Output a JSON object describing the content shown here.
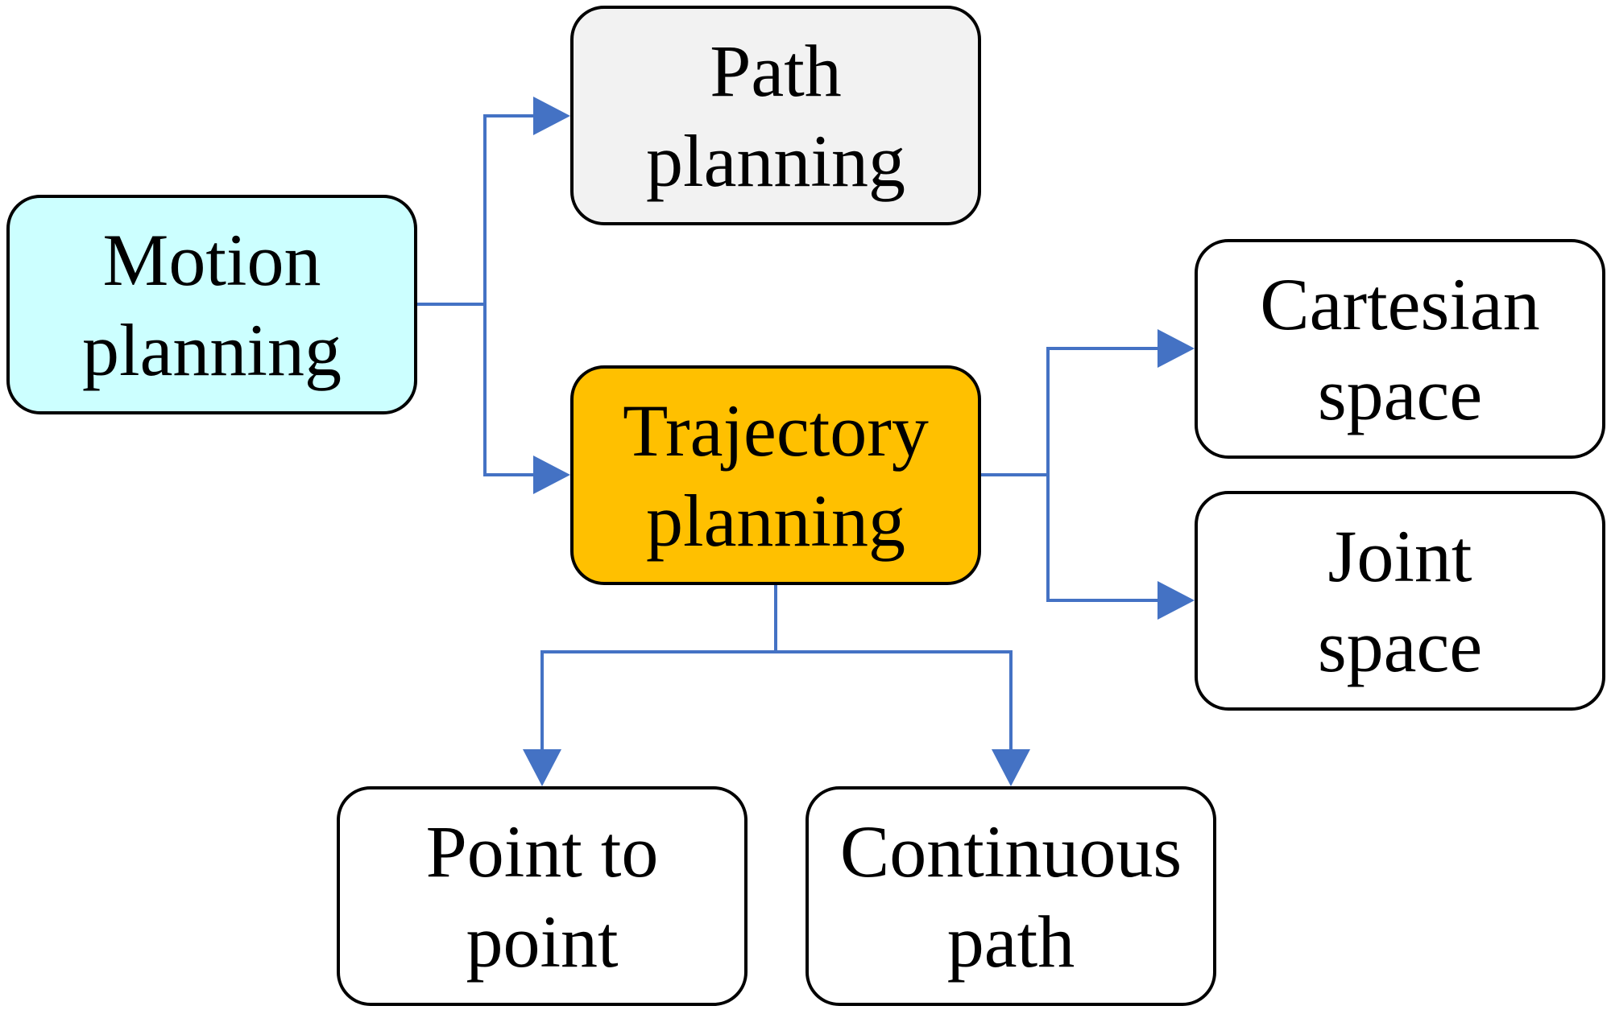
{
  "diagram": {
    "nodes": {
      "motion": {
        "line1": "Motion",
        "line2": "planning",
        "fill": "#ccffff"
      },
      "path": {
        "line1": "Path",
        "line2": "planning",
        "fill": "#f2f2f2"
      },
      "trajectory": {
        "line1": "Trajectory",
        "line2": "planning",
        "fill": "#ffc000"
      },
      "cartesian": {
        "line1": "Cartesian",
        "line2": "space",
        "fill": "#ffffff"
      },
      "joint": {
        "line1": "Joint",
        "line2": "space",
        "fill": "#ffffff"
      },
      "point_to_point": {
        "line1": "Point to",
        "line2": "point",
        "fill": "#ffffff"
      },
      "continuous": {
        "line1": "Continuous",
        "line2": "path",
        "fill": "#ffffff"
      }
    },
    "connector_color": "#4472c4",
    "edges": [
      {
        "from": "Motion planning",
        "to": "Path planning"
      },
      {
        "from": "Motion planning",
        "to": "Trajectory planning"
      },
      {
        "from": "Trajectory planning",
        "to": "Cartesian space"
      },
      {
        "from": "Trajectory planning",
        "to": "Joint space"
      },
      {
        "from": "Trajectory planning",
        "to": "Point to point"
      },
      {
        "from": "Trajectory planning",
        "to": "Continuous path"
      }
    ]
  }
}
